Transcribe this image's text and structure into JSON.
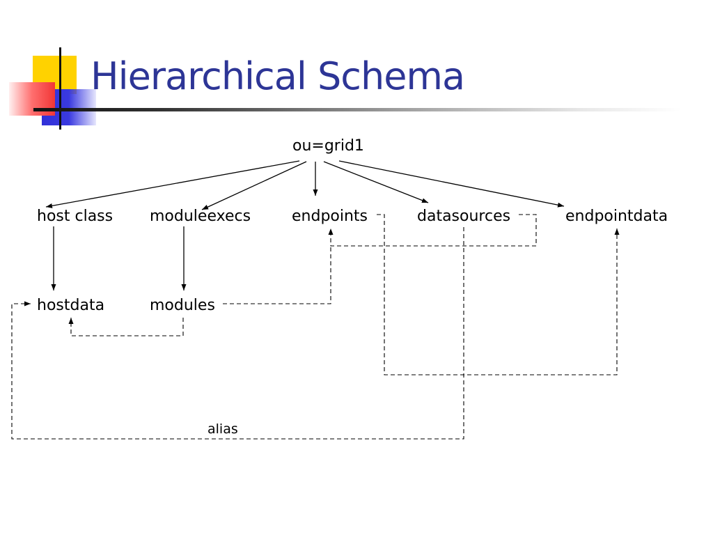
{
  "slide": {
    "title": "Hierarchical Schema",
    "title_color": "#2d3596"
  },
  "diagram": {
    "root": "ou=grid1",
    "nodes": {
      "host_class": "host class",
      "moduleexecs": "moduleexecs",
      "endpoints": "endpoints",
      "datasources": "datasources",
      "endpointdata": "endpointdata",
      "hostdata": "hostdata",
      "modules": "modules"
    },
    "alias_label": "alias",
    "hierarchy_edges": [
      [
        "ou=grid1",
        "host class"
      ],
      [
        "ou=grid1",
        "moduleexecs"
      ],
      [
        "ou=grid1",
        "endpoints"
      ],
      [
        "ou=grid1",
        "datasources"
      ],
      [
        "ou=grid1",
        "endpointdata"
      ],
      [
        "host class",
        "hostdata"
      ],
      [
        "moduleexecs",
        "modules"
      ]
    ],
    "reference_edges": [
      [
        "datasources",
        "endpoints"
      ],
      [
        "modules",
        "endpoints"
      ],
      [
        "modules",
        "hostdata"
      ],
      [
        "endpoints",
        "endpointdata"
      ],
      [
        "datasources",
        "hostdata"
      ]
    ]
  }
}
